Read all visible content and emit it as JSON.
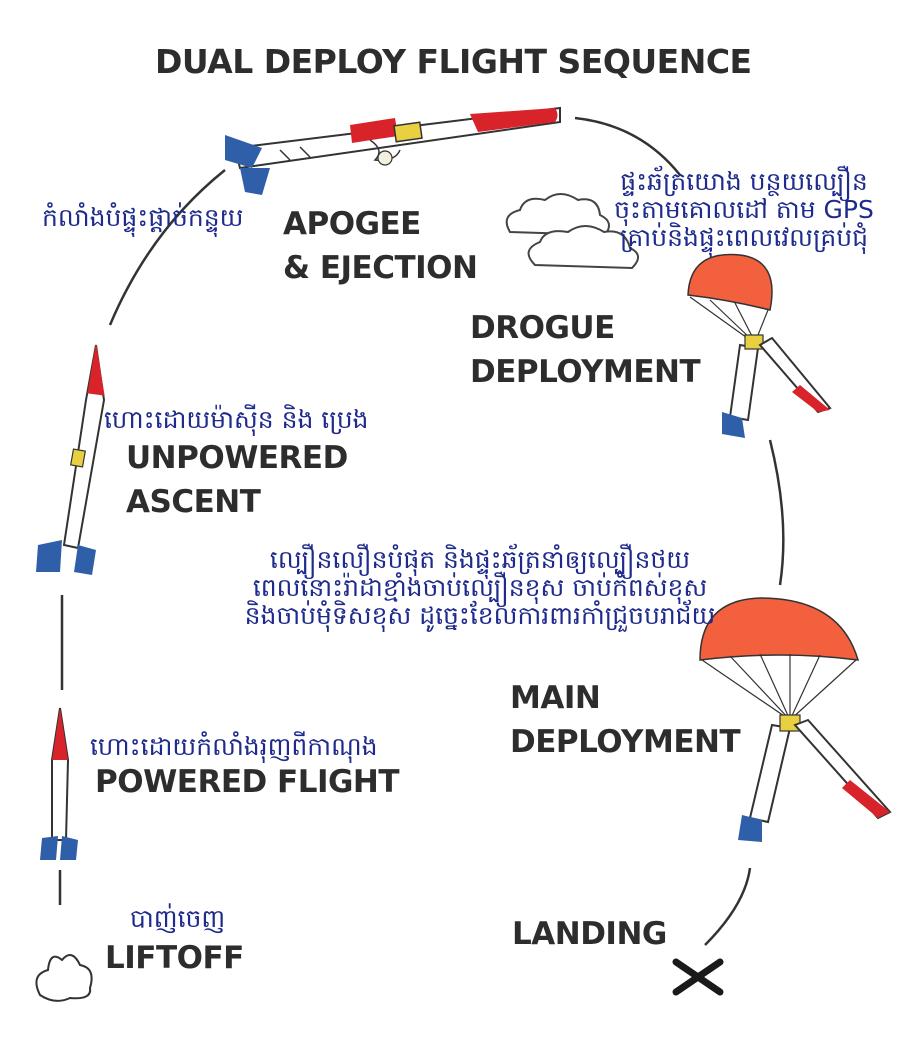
{
  "title": "DUAL DEPLOY FLIGHT SEQUENCE",
  "stages": {
    "apogee": {
      "line1": "APOGEE",
      "line2": "& EJECTION",
      "kh": "កំលាំងបំផ្ទុះផ្តាច់កន្ទុយ"
    },
    "drogue": {
      "line1": "DROGUE",
      "line2": "DEPLOYMENT",
      "kh1": "ផ្ទះឆ័ត្រយោង បន្ថយល្បឿន",
      "kh2": "ចុះតាមគោលដៅ តាម GPS",
      "kh3": "គ្រាប់និងផ្ទុះពេលវេលគ្រប់ជុំ"
    },
    "unpowered": {
      "line1": "UNPOWERED",
      "line2": "ASCENT",
      "kh": "ហោះដោយម៉ាស៊ីន និង ប្រេង"
    },
    "main": {
      "line1": "MAIN",
      "line2": "DEPLOYMENT",
      "kh1": "ល្បឿនលឿនបំផុត និងផ្ទុះឆ័ត្រនាំឲ្យល្បឿនថយ",
      "kh2": "ពេលនោះរ៉ាដាខ្មាំងចាប់ល្បឿនខុស ចាប់កំពស់ខុស",
      "kh3": "និងចាប់មុំទិសខុស ដូច្នេះខែលការពារកាំជ្រួចបរាជ័យ"
    },
    "powered": {
      "line1": "POWERED FLIGHT",
      "kh": "ហោះដោយកំលាំងរុញពីកាណុង"
    },
    "liftoff": {
      "line1": "LIFTOFF",
      "kh": "បាញ់ចេញ"
    },
    "landing": {
      "line1": "LANDING"
    }
  },
  "colors": {
    "rocket_nose": "#d8232a",
    "rocket_fin": "#2f5fa8",
    "chute": "#f2603d",
    "khmer_text": "#1e2a8c"
  }
}
